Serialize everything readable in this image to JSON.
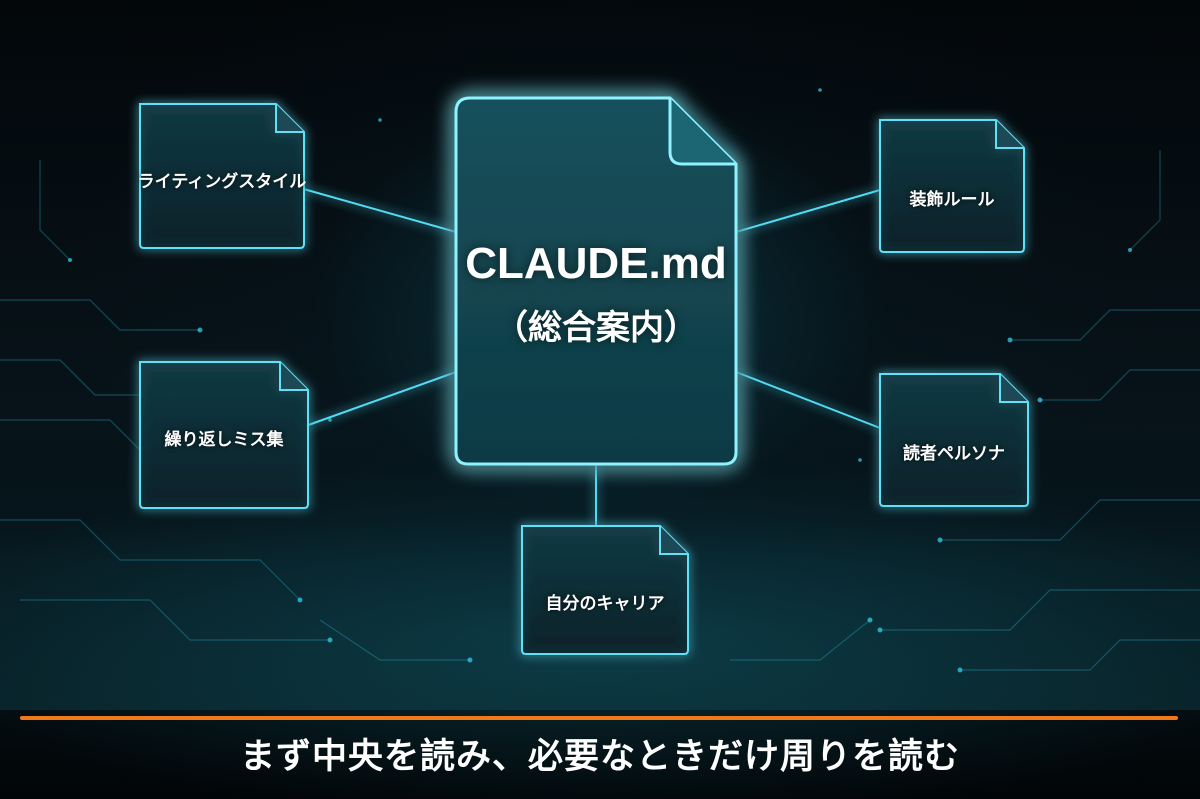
{
  "center": {
    "title": "CLAUDE.md",
    "subtitle": "（総合案内）"
  },
  "nodes": {
    "writing_style": "ライティングスタイル",
    "repeated_mistakes": "繰り返しミス集",
    "decoration_rules": "装飾ルール",
    "reader_persona": "読者ペルソナ",
    "my_career": "自分のキャリア"
  },
  "caption": "まず中央を読み、必要なときだけ周りを読む",
  "colors": {
    "glow": "#38e6ff",
    "panel": "#0d2e38",
    "accent_line": "#f07a1a"
  }
}
